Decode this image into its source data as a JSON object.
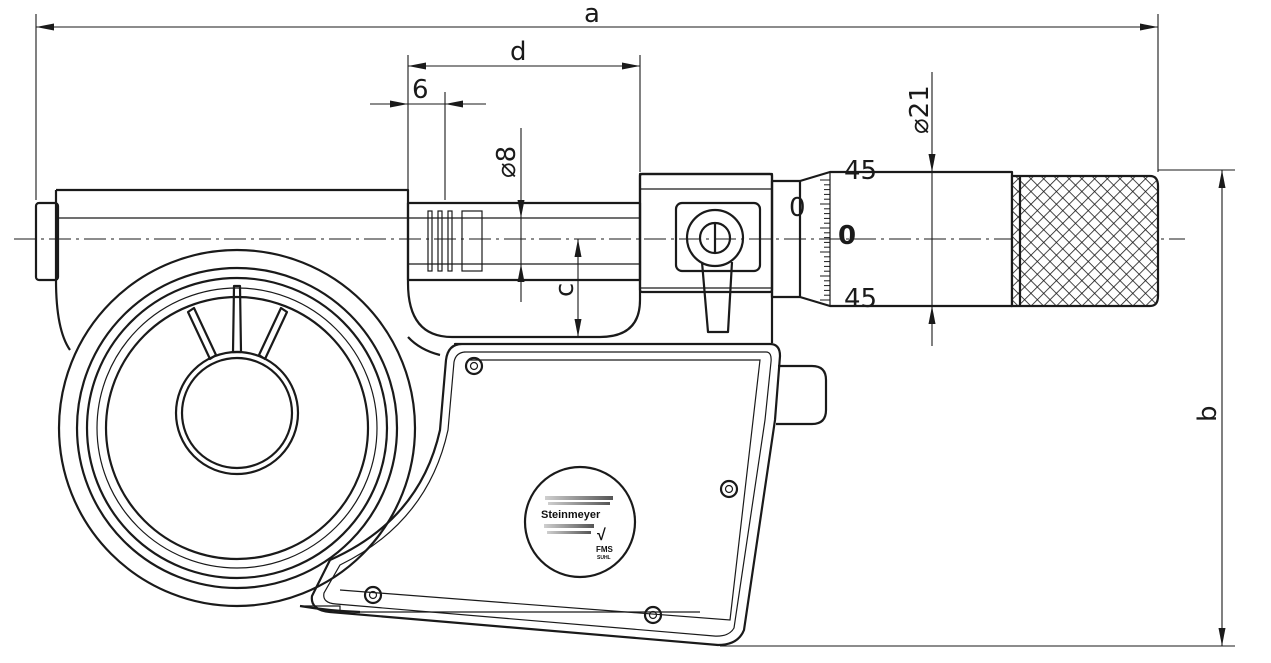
{
  "dimensions": {
    "a": "a",
    "b": "b",
    "c": "c",
    "d": "d",
    "six": "6",
    "dia8": "⌀8",
    "dia21": "⌀21"
  },
  "thimble_scale": {
    "top": "45",
    "middle_small": "0",
    "zero": "0",
    "bottom": "45"
  },
  "logo": {
    "brand": "Steinmeyer",
    "check": "√",
    "sub": "FMS",
    "sub2": "SUHL"
  }
}
